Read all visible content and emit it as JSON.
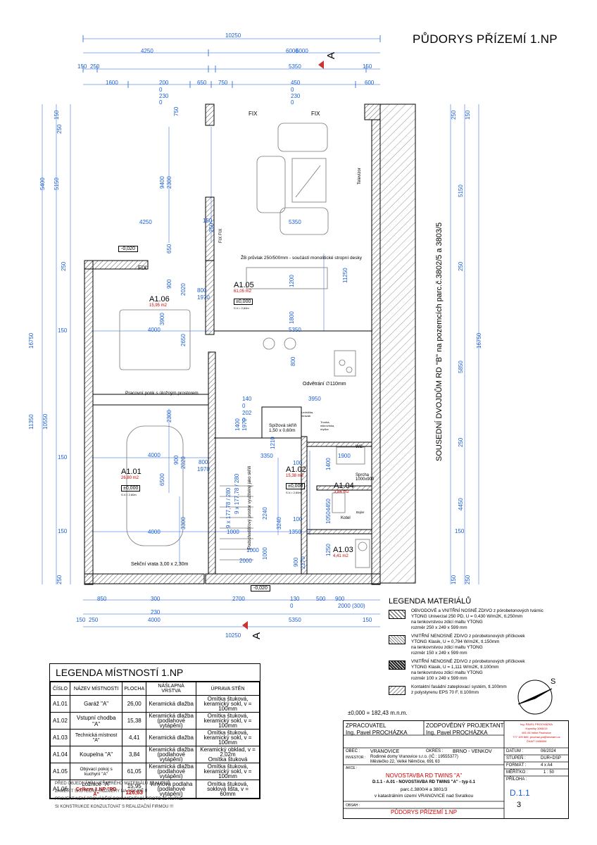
{
  "title": "PŮDORYS PŘÍZEMÍ 1.NP",
  "neighbor_label": "SOUSEDNÍ DVOJDŮM RD \"B\" na pozemcích parc.č.3802/5 a 3803/5",
  "section_marker": "A",
  "level": "±0,000 = 182,43 m.n.m.",
  "dims_top": [
    "10250",
    "4250",
    "6000",
    "150",
    "250",
    "5350",
    "150",
    "1600",
    "200",
    "650",
    "750",
    "450",
    "600",
    "0",
    "230",
    "0",
    "0",
    "230",
    "0"
  ],
  "dims_bottom": [
    "850",
    "300",
    "2700",
    "130",
    "500",
    "900",
    "0",
    "2000 (300)",
    "230",
    "150",
    "250",
    "4000",
    "5350",
    "150",
    "10250",
    "-0,020",
    "-0,020"
  ],
  "dims_left": [
    "5400",
    "5150",
    "150",
    "250",
    "250",
    "16750",
    "11350",
    "10550",
    "150",
    "150",
    "250",
    "150"
  ],
  "dims_right": [
    "250",
    "150",
    "5150",
    "250",
    "16750",
    "5850",
    "250",
    "4450",
    "150",
    "250",
    "150"
  ],
  "dims_interior": [
    "750",
    "9400",
    "2300",
    "4250",
    "150",
    "250",
    "650",
    "5350",
    "900",
    "800",
    "1970",
    "2020",
    "1200",
    "11250",
    "4000",
    "3900",
    "1800",
    "2650",
    "5350",
    "800",
    "3950",
    "140",
    "0",
    "202",
    "0",
    "1400",
    "1970",
    "1210",
    "2300",
    "4000",
    "900",
    "2020",
    "800",
    "1970",
    "3350",
    "1900",
    "1400",
    "6500",
    "9 x 177,78 / 280",
    "9 x 177,78 / 280",
    "2240",
    "3240",
    "4450",
    "1050",
    "1000",
    "1000",
    "1350",
    "1000",
    "2000",
    "1250",
    "900",
    "2270",
    "3300",
    "4000",
    "6000",
    "100",
    "100"
  ],
  "labels": {
    "fix1": "FIX",
    "fix2": "FIX",
    "fix3": "FIX",
    "fix_fix": "FIX FIX",
    "tv": "Televizor",
    "beam": "ŽB průvlak 250/500mm - součástí monolitické stropní desky",
    "vent": "Odvětrání ∅110mm",
    "bench": "Pracovní ponk s úložným prostorem",
    "pantry": "Spížová skříň\n1,50 x 0,60m",
    "fridge": "Lednička, mrazák",
    "oven": "Trouba, mikrovlnka, myčka",
    "wc": "WC",
    "shower": "Sprcha\n1000x900",
    "boiler": "Kotel",
    "bojler": "Bojler",
    "under_stairs": "Podschodišťový prostor využitelný jako skříň",
    "garage_door": "Sekční vrata 3,00 x 2,30m",
    "neg020": "-0,020",
    "compass": "S"
  },
  "rooms_on_plan": [
    {
      "id": "A1.01",
      "area": "26,80 m2",
      "level": "±0,000",
      "sv": "S.V.= 2,60m"
    },
    {
      "id": "A1.02",
      "area": "15,38 m2",
      "level": "±0,000",
      "sv": "S.V.= 2,60m"
    },
    {
      "id": "A1.03",
      "area": "4,41 m2"
    },
    {
      "id": "A1.04",
      "area": "3,84 m2"
    },
    {
      "id": "A1.05",
      "area": "61,05 m2",
      "level": "±0,000",
      "sv": "S.V.= 2,60m"
    },
    {
      "id": "A1.06",
      "area": "15,95 m2"
    }
  ],
  "room_legend": {
    "title": "LEGENDA MÍSTNOSTÍ 1.NP",
    "headers": [
      "ČÍSLO",
      "NÁZEV MÍSTNOSTI",
      "PLOCHA",
      "NÁŠLAPNÁ VRSTVA",
      "ÚPRAVA STĚN"
    ],
    "rows": [
      [
        "A1.01",
        "Garáž \"A\"",
        "26,00",
        "Keramická dlažba",
        "Omítka štuková,\nkeramický sokl, v = 100mm"
      ],
      [
        "A1.02",
        "Vstupní chodba \"A\"",
        "15,38",
        "Keramická dlažba\n(podlahové vytápění)",
        "Omítka štuková,\nkeramický sokl, v = 100mm"
      ],
      [
        "A1.03",
        "Technická místnost \"A\"",
        "4,41",
        "Keramická dlažba",
        "Omítka štuková,\nkeramický sokl, v = 100mm"
      ],
      [
        "A1.04",
        "Koupelna \"A\"",
        "3,84",
        "Keramická dlažba\n(podlahové vytápění)",
        "Keramický obklad, v = 2,02m\nOmítka štuková"
      ],
      [
        "A1.05",
        "Obývací pokoj s kuchyní \"A\"",
        "61,05",
        "Keramická dlažba\n(podlahové vytápění)",
        "Omítka štuková,\nkeramický sokl, v = 100mm"
      ],
      [
        "A1.06",
        "Ložnice \"A\"",
        "15,95",
        "Vinylová podlaha\n(podlahové vytápění)",
        "Omítka štuková,\nsoklová lišta, v = 60mm"
      ]
    ],
    "total_label": "Celkem 1.NP \"RD A\"",
    "total_value": "126,63"
  },
  "notes": [
    "PŘED OBJEDNÁNÍM VEŠKERÉHO MATERIÁLU JE NUTNÉ",
    "ZAMĚŘIT SKUTEČNÉ ROZMĚRY NA STAVBĚ !!",
    "PROJEKT NENÍ PROVÁDĚCÍ DOKUMENTACÍ, PROTO JE NUTNÉ",
    "SI KONSTRUKCE KONZULTOVAT S REALIZAČNÍ FIRMOU !!!"
  ],
  "material_legend": {
    "title": "LEGENDA MATERIÁLŮ",
    "items": [
      "OBVODOVÉ a VNITŘNÍ NOSNÉ ZDIVO z pórobetonových tvárnic\nYTONG Univerzal 250 PD, U = 0,430 W/m2K, tl.250mm\nna tenkovrstvou zdicí maltu YTONG\nrozměr 250 x 249 x 599 mm",
      "VNITŘNÍ NENOSNÉ ZDIVO z pórobetonových příčkovek\nYTONG Klasik, U = 0,794 W/m2K, tl.150mm\nna tenkovrstvou zdicí maltu YTONG\nrozměr 150 x 249 x 599 mm",
      "VNITŘNÍ NENOSNÉ ZDIVO z pórobetonových příčkovek\nYTONG Klasik, U = 1,111 W/m2K, tl.100mm\nna tenkovrstvou zdicí maltu YTONG\nrozměr 100 x 249 x 599 mm",
      "Kontaktní fasádní zateplovací systém, tl.100mm\nz polystyrenu EPS 70 F, tl.100mm"
    ]
  },
  "title_block": {
    "zpracovatel_label": "ZPRACOVATEL",
    "zpracovatel": "Ing. Pavel PROCHÁZKA",
    "projektant_label": "ZODPOVĚDNÝ PROJEKTANT",
    "projektant": "Ing. Pavel PROCHÁZKA",
    "stamp": "Ing. PAVEL PROCHÁZKA\nKopečky 1056/13\n691 06 Velké Pavlovice\n777 109 669, prochaz.pa@seznam.cz\nČKAIT 1006654",
    "obec_label": "OBEC :",
    "obec": "VRANOVICE",
    "okres_label": "OKRES :",
    "okres": "BRNO - VENKOV",
    "datum_label": "DATUM :",
    "datum": "06/2024",
    "investor_label": "INVESTOR :",
    "investor": "Rodinné domy Vranovice s.r.o. (IČ : 19555377)\nMěstečko 22, Velké Němčice, 691 63",
    "stupen_label": "STUPEŇ :",
    "stupen": "DUR+DSP",
    "format_label": "FORMÁT :",
    "format": "4 x A4",
    "akce_label": "AKCE :",
    "akce_title": "NOVOSTAVBA RD TWINS \"A\"",
    "akce_line1": "D.1.1 - A.01 - NOVOSTAVBA RD TWINS \"A\" - typ č.1",
    "akce_line2": "parc.č.3800/4 a 3801/3",
    "akce_line3": "v katastrálním území VRANOVICE nad Svratkou",
    "meritko_label": "MĚŘÍTKO :",
    "meritko": "1 : 50",
    "priloha_label": "PŘÍLOHA :",
    "priloha_code": "D.1.1",
    "priloha_num": "3",
    "obsah_label": "OBSAH :",
    "obsah": "PŮDORYS PŘÍZEMÍ 1.NP"
  }
}
